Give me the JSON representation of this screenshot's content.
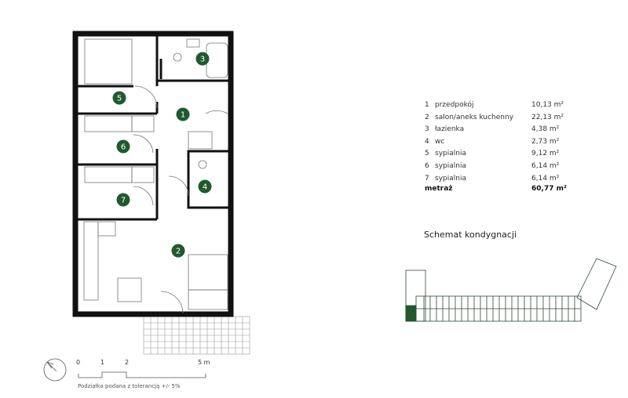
{
  "rooms": [
    {
      "no": "1",
      "name": "przedpokój",
      "area": "10,13 m²"
    },
    {
      "no": "2",
      "name": "salon/aneks kuchenny",
      "area": "22,13 m²"
    },
    {
      "no": "3",
      "name": "łazienka",
      "area": "4,38 m²"
    },
    {
      "no": "4",
      "name": "wc",
      "area": "2,73 m²"
    },
    {
      "no": "5",
      "name": "sypialnia",
      "area": "9,12 m²"
    },
    {
      "no": "6",
      "name": "sypialnia",
      "area": "6,14 m²"
    },
    {
      "no": "7",
      "name": "sypialnia",
      "area": "6,14 m²"
    }
  ],
  "total": {
    "label": "metraż",
    "area": "60,77 m²"
  },
  "schema_title": "Schemat kondygnacji",
  "scale": {
    "ticks": [
      "0",
      "1",
      "2",
      "5 m"
    ],
    "note": "Podziałka podana z tolerancją +/- 5%"
  },
  "colors": {
    "accent": "#1f5a2c",
    "wall": "#111111"
  }
}
